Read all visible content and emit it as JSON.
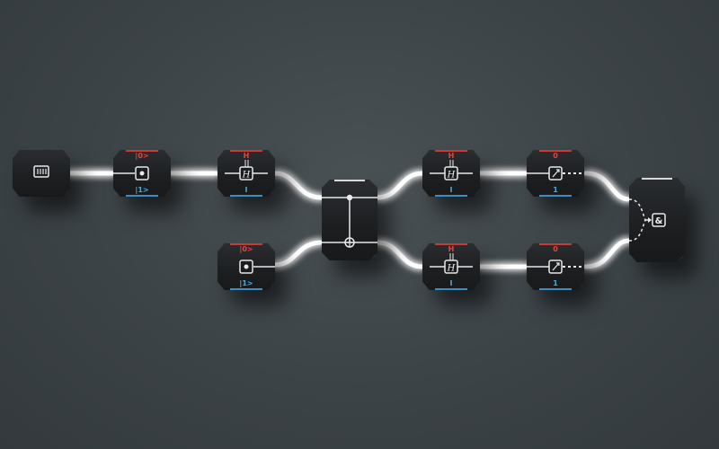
{
  "nodes": {
    "source": {
      "icon": "battery-icon"
    },
    "init_top": {
      "top_label": "|0>",
      "bottom_label": "|1>",
      "icon": "dot-square-icon"
    },
    "init_bottom": {
      "top_label": "|0>",
      "bottom_label": "|1>",
      "icon": "dot-square-icon"
    },
    "hadamard_1": {
      "top_label": "H",
      "bottom_label": "I",
      "gate": "H",
      "icon": "hadamard-icon"
    },
    "cnot": {
      "icon": "cnot-icon"
    },
    "hadamard_2": {
      "top_label": "H",
      "bottom_label": "I",
      "gate": "H",
      "icon": "hadamard-icon"
    },
    "hadamard_3": {
      "top_label": "H",
      "bottom_label": "I",
      "gate": "H",
      "icon": "hadamard-icon"
    },
    "measure_top": {
      "top_label": "0",
      "bottom_label": "1",
      "icon": "meter-icon"
    },
    "measure_bottom": {
      "top_label": "0",
      "bottom_label": "1",
      "icon": "meter-icon"
    },
    "and_gate": {
      "symbol": "&",
      "icon": "and-icon"
    }
  },
  "colors": {
    "wire": "#ffffff",
    "label_top": "#e0473f",
    "label_bottom": "#4fa9d6",
    "node": "#1e2023",
    "background": "#3e4549"
  }
}
